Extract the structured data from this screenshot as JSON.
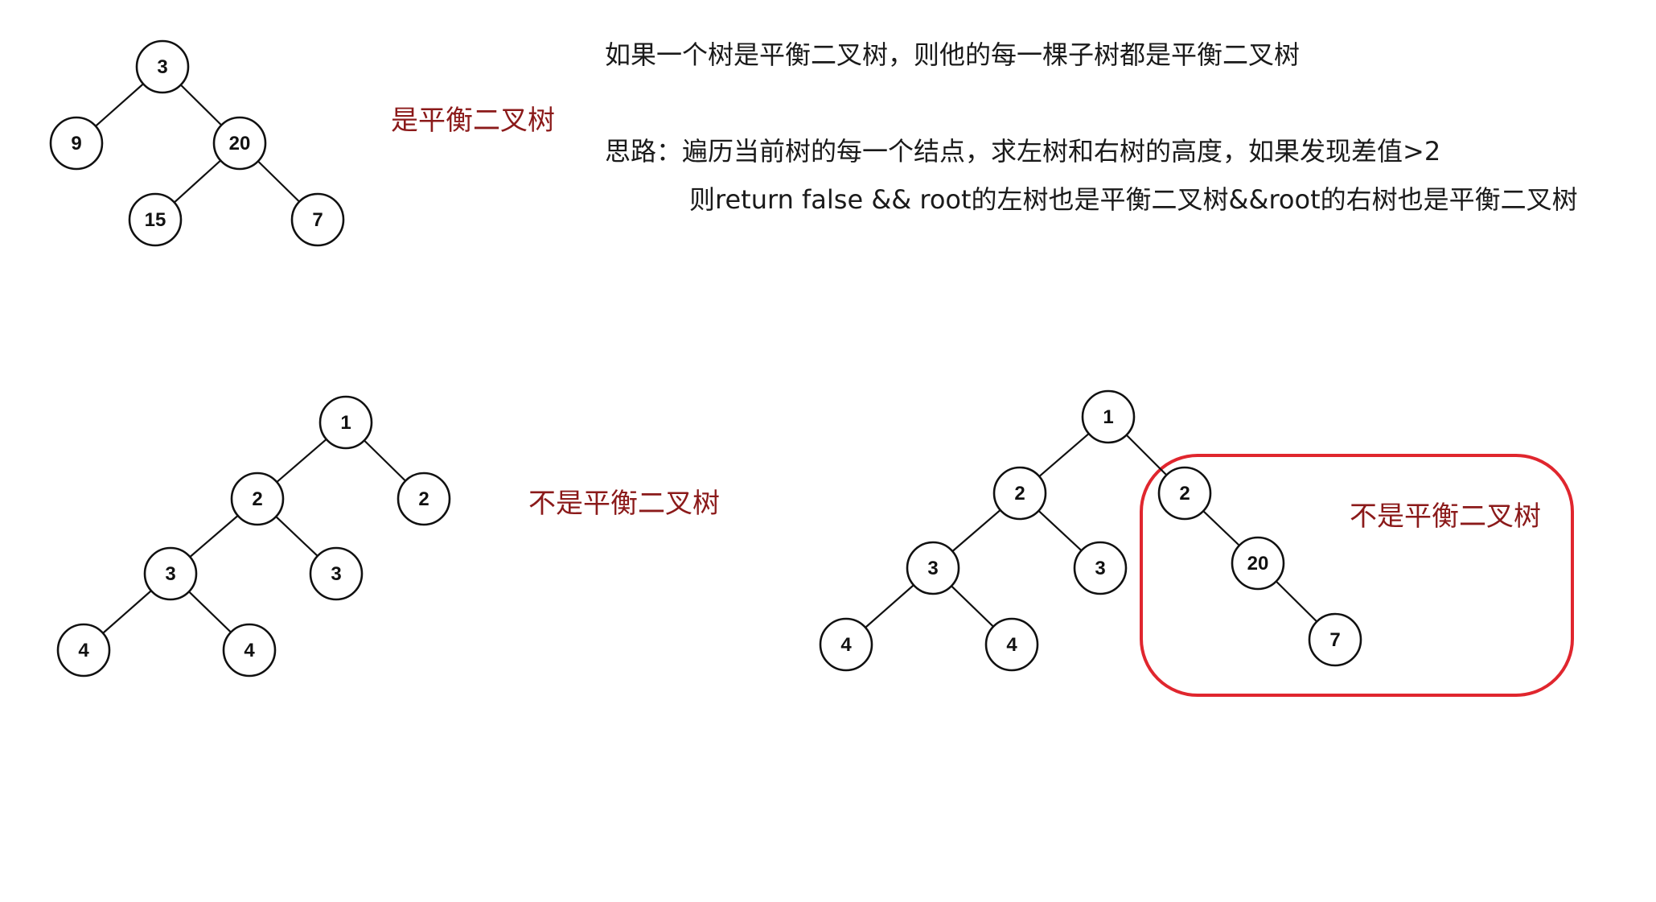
{
  "notes": {
    "line1": "如果一个树是平衡二叉树，则他的每一棵子树都是平衡二叉树",
    "line2": "思路：遍历当前树的每一个结点，求左树和右树的高度，如果发现差值>2",
    "line3": "则return false && root的左树也是平衡二叉树&&root的右树也是平衡二叉树"
  },
  "verdicts": {
    "tree1": "是平衡二叉树",
    "tree2": "不是平衡二叉树",
    "tree3": "不是平衡二叉树"
  },
  "colors": {
    "verdict": "#8b1a1a",
    "highlight_box": "#e0262e"
  },
  "trees": [
    {
      "id": "tree1",
      "nodes": [
        {
          "id": "a",
          "label": "3"
        },
        {
          "id": "b",
          "label": "9"
        },
        {
          "id": "c",
          "label": "20"
        },
        {
          "id": "d",
          "label": "15"
        },
        {
          "id": "e",
          "label": "7"
        }
      ],
      "edges": [
        [
          "a",
          "b"
        ],
        [
          "a",
          "c"
        ],
        [
          "c",
          "d"
        ],
        [
          "c",
          "e"
        ]
      ]
    },
    {
      "id": "tree2",
      "nodes": [
        {
          "id": "a",
          "label": "1"
        },
        {
          "id": "b",
          "label": "2"
        },
        {
          "id": "c",
          "label": "2"
        },
        {
          "id": "d",
          "label": "3"
        },
        {
          "id": "e",
          "label": "3"
        },
        {
          "id": "f",
          "label": "4"
        },
        {
          "id": "g",
          "label": "4"
        }
      ],
      "edges": [
        [
          "a",
          "b"
        ],
        [
          "a",
          "c"
        ],
        [
          "b",
          "d"
        ],
        [
          "b",
          "e"
        ],
        [
          "d",
          "f"
        ],
        [
          "d",
          "g"
        ]
      ]
    },
    {
      "id": "tree3",
      "nodes": [
        {
          "id": "a",
          "label": "1"
        },
        {
          "id": "b",
          "label": "2"
        },
        {
          "id": "c",
          "label": "2"
        },
        {
          "id": "d",
          "label": "3"
        },
        {
          "id": "e",
          "label": "3"
        },
        {
          "id": "f",
          "label": "4"
        },
        {
          "id": "g",
          "label": "4"
        },
        {
          "id": "h",
          "label": "20"
        },
        {
          "id": "i",
          "label": "7"
        }
      ],
      "edges": [
        [
          "a",
          "b"
        ],
        [
          "a",
          "c"
        ],
        [
          "b",
          "d"
        ],
        [
          "b",
          "e"
        ],
        [
          "d",
          "f"
        ],
        [
          "d",
          "g"
        ],
        [
          "c",
          "h"
        ],
        [
          "h",
          "i"
        ]
      ]
    }
  ]
}
